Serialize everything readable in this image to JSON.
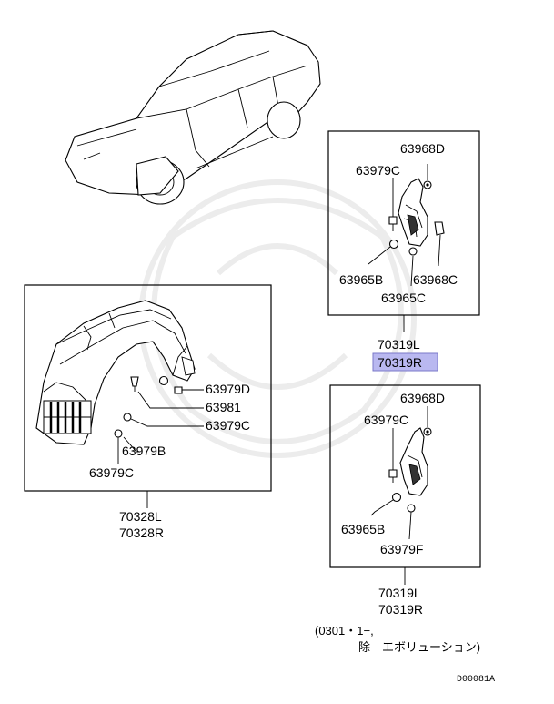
{
  "diagram": {
    "labels": {
      "upper_box": {
        "l63968D": "63968D",
        "l63979C": "63979C",
        "l63965B": "63965B",
        "l63968C": "63968C",
        "l63965C": "63965C"
      },
      "left_box": {
        "l63979D": "63979D",
        "l63981": "63981",
        "l63979C_right": "63979C",
        "l63979B": "63979B",
        "l63979C_bottom": "63979C"
      },
      "lower_box": {
        "l63968D": "63968D",
        "l63979C": "63979C",
        "l63965B": "63965B",
        "l63979F": "63979F"
      }
    },
    "assembly_numbers": {
      "upper_L": "70319L",
      "upper_R": "70319R",
      "left_L": "70328L",
      "left_R": "70328R",
      "lower_L": "70319L",
      "lower_R": "70319R"
    },
    "note": {
      "line1": "(0301・1−,",
      "line2": "除　エボリューション)"
    },
    "drawing_code": "D00081A",
    "highlight_color": "#b9b8f0"
  }
}
